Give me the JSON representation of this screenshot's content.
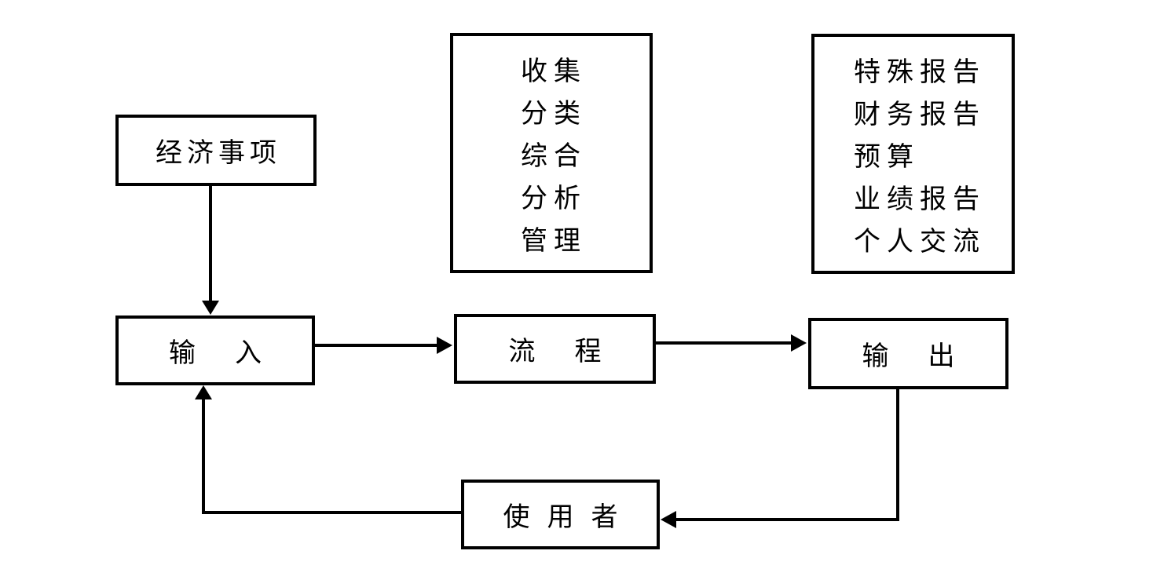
{
  "diagram": {
    "colors": {
      "background": "#ffffff",
      "line": "#000000",
      "text": "#000000"
    },
    "economic_event_box": {
      "label": "经济事项"
    },
    "function_box": {
      "items": [
        "收集",
        "分类",
        "综合",
        "分析",
        "管理"
      ]
    },
    "report_box": {
      "items": [
        "特殊报告",
        "财务报告",
        "预算",
        "业绩报告",
        "个人交流"
      ]
    },
    "input_box": {
      "label": "输入"
    },
    "process_box": {
      "label": "流程"
    },
    "output_box": {
      "label": "输出"
    },
    "user_box": {
      "label": "使用者"
    }
  }
}
